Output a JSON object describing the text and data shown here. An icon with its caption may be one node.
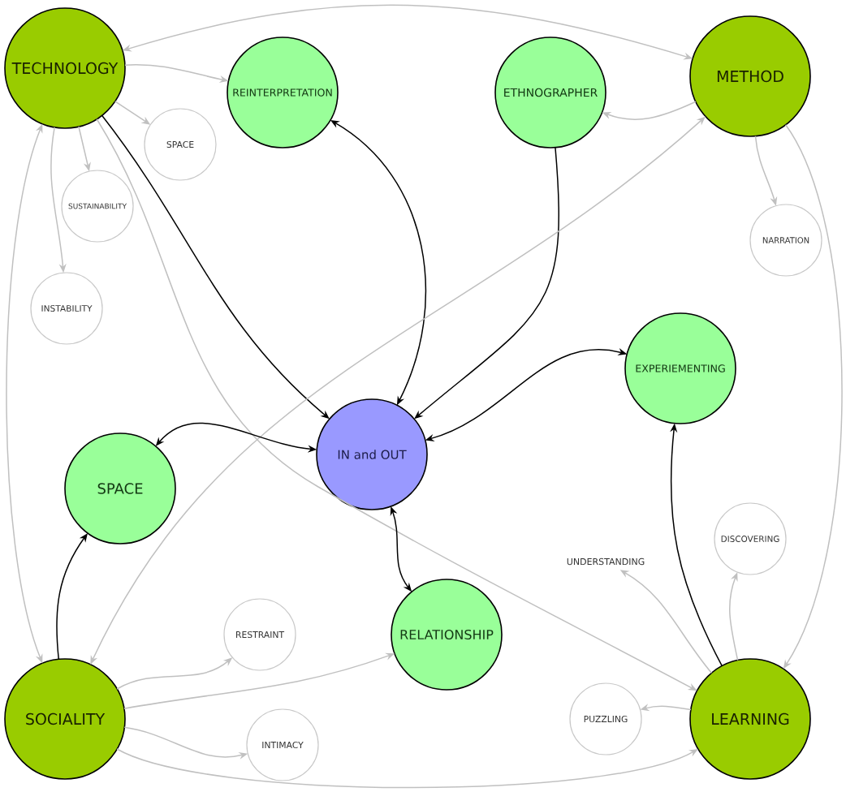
{
  "diagram": {
    "nodes": [
      {
        "text": [
          "TECHNOLOGY"
        ]
      },
      {
        "text": [
          "REINTERPRETATION"
        ]
      },
      {
        "text": [
          "ETHNOGRAPHER"
        ]
      },
      {
        "text": [
          "METHOD"
        ]
      },
      {
        "text": [
          "SPACE"
        ]
      },
      {
        "text": [
          "SUSTAINABILITY"
        ]
      },
      {
        "text": [
          "NARRATION"
        ]
      },
      {
        "text": [
          "INSTABILITY"
        ]
      },
      {
        "text": [
          "EXPERIEMENTING"
        ]
      },
      {
        "text": [
          "IN and OUT"
        ]
      },
      {
        "text": [
          "SPACE"
        ]
      },
      {
        "text": [
          "DISCOVERING"
        ]
      },
      {
        "text": [
          "UNDERSTANDING"
        ]
      },
      {
        "text": [
          "RESTRAINT"
        ]
      },
      {
        "text": [
          "RELATIONSHIP"
        ]
      },
      {
        "text": [
          "SOCIALITY"
        ]
      },
      {
        "text": [
          "INTIMACY"
        ]
      },
      {
        "text": [
          "PUZZLING"
        ]
      },
      {
        "text": [
          "LEARNING"
        ]
      }
    ],
    "edges": [
      {
        "from": 0,
        "to": 1,
        "arrow": "to"
      },
      {
        "from": 0,
        "to": 3,
        "arrow": "both"
      },
      {
        "from": 0,
        "to": 4,
        "arrow": "to"
      },
      {
        "from": 0,
        "to": 5,
        "arrow": "to"
      },
      {
        "from": 0,
        "to": 7,
        "arrow": "to"
      },
      {
        "from": 0,
        "to": 15,
        "arrow": "both"
      },
      {
        "from": 0,
        "to": 9,
        "arrow": "to",
        "color": "#000000"
      },
      {
        "from": 0,
        "to": 18,
        "arrow": "to"
      },
      {
        "from": 1,
        "to": 9,
        "arrow": "both",
        "color": "#000000"
      },
      {
        "from": 2,
        "to": 9,
        "arrow": "to",
        "color": "#000000"
      },
      {
        "from": 3,
        "to": 2,
        "arrow": "to"
      },
      {
        "from": 3,
        "to": 6,
        "arrow": "to"
      },
      {
        "from": 3,
        "to": 18,
        "arrow": "to"
      },
      {
        "from": 3,
        "to": 15,
        "arrow": "both"
      },
      {
        "from": 9,
        "to": 8,
        "arrow": "both",
        "color": "#000000"
      },
      {
        "from": 9,
        "to": 10,
        "arrow": "both",
        "color": "#000000"
      },
      {
        "from": 9,
        "to": 14,
        "arrow": "both",
        "color": "#000000"
      },
      {
        "from": 15,
        "to": 10,
        "arrow": "to",
        "color": "#000000"
      },
      {
        "from": 15,
        "to": 13,
        "arrow": "to"
      },
      {
        "from": 15,
        "to": 14,
        "arrow": "to"
      },
      {
        "from": 15,
        "to": 16,
        "arrow": "to"
      },
      {
        "from": 15,
        "to": 18,
        "arrow": "to"
      },
      {
        "from": 18,
        "to": 8,
        "arrow": "to",
        "color": "#000000"
      },
      {
        "from": 18,
        "to": 17,
        "arrow": "to"
      },
      {
        "from": 18,
        "to": 12,
        "arrow": "to"
      },
      {
        "from": 18,
        "to": 11,
        "arrow": "to"
      }
    ]
  }
}
